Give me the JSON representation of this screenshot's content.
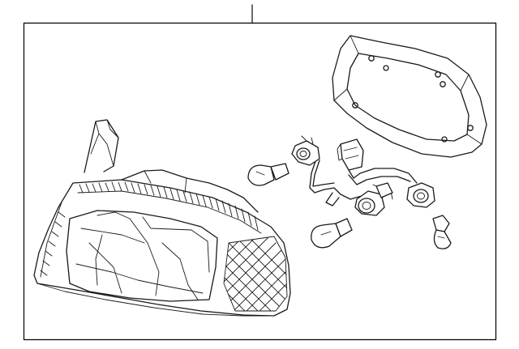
{
  "diagram": {
    "kind": "exploded parts illustration",
    "colors": {
      "line": "#1a1a1a",
      "background": "#ffffff",
      "frame": "#000000"
    },
    "components": [
      "tail-lamp-housing",
      "mounting-gasket",
      "wiring-harness",
      "bulb-socket",
      "wedge-bulb",
      "bayonet-bulb"
    ]
  }
}
